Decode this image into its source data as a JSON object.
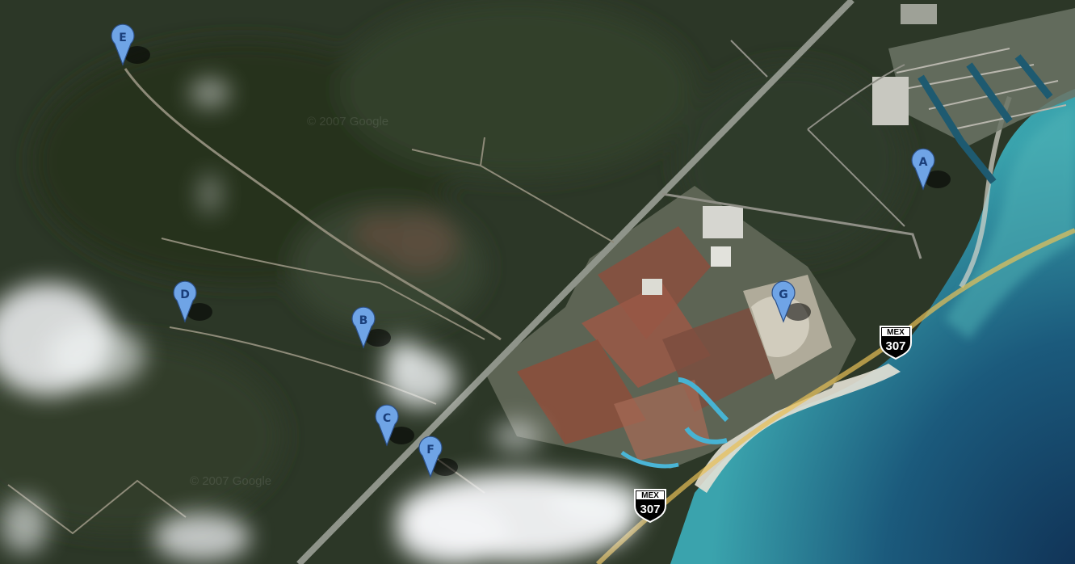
{
  "map": {
    "type": "satellite",
    "colors": {
      "forest": "#2a3526",
      "sea_shallow": "#3b9aa6",
      "sea_deep": "#123a5c",
      "road": "#9a9a8f",
      "highway_overlay": "#e8c157",
      "marker": "#6fa4e6"
    },
    "markers": [
      {
        "label": "A"
      },
      {
        "label": "B"
      },
      {
        "label": "C"
      },
      {
        "label": "D"
      },
      {
        "label": "E"
      },
      {
        "label": "F"
      },
      {
        "label": "G"
      }
    ],
    "highway_shields": [
      {
        "top": "MEX",
        "number": "307"
      },
      {
        "top": "MEX",
        "number": "307"
      }
    ],
    "watermarks": [
      "© 2007 Google",
      "© 2007 Google"
    ]
  }
}
